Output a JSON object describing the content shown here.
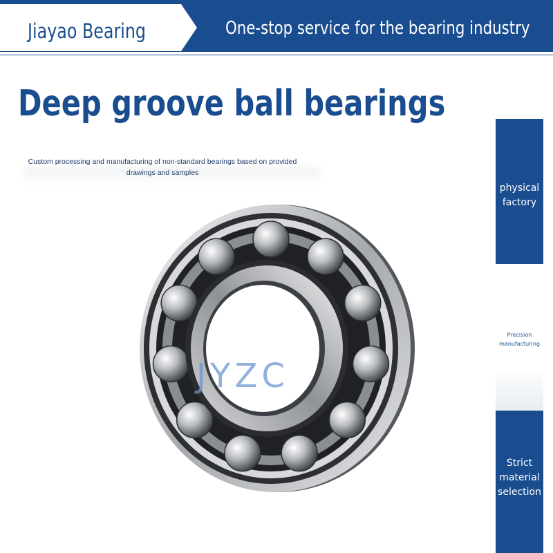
{
  "header": {
    "brand": "Jiayao Bearing",
    "tagline": "One-stop service for the bearing industry"
  },
  "main": {
    "title": "Deep groove ball bearings",
    "subtitle": "Custom processing and manufacturing of non-standard bearings based on provided drawings and samples",
    "watermark": "JYZC"
  },
  "side_panel": {
    "items": [
      {
        "label": "physical factory"
      },
      {
        "label": "Precision manufacturing"
      },
      {
        "label": "Strict material selection"
      }
    ]
  },
  "colors": {
    "brand_blue": "#1a4d8f",
    "watermark_blue": "#6e96cd"
  }
}
